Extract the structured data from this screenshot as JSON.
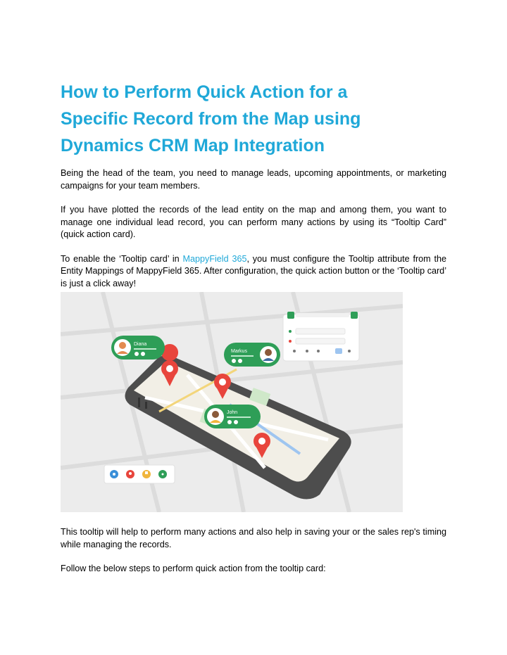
{
  "article": {
    "title_line1": "How to Perform Quick Action for a",
    "title_line2": "Specific Record from the Map using",
    "title_line3": "Dynamics CRM Map Integration",
    "para1": "Being the head of the team, you need to manage leads, upcoming appointments, or marketing campaigns for your team members.",
    "para2": "If you have plotted the records of the lead entity on the map and among them, you want to manage one individual lead record, you can perform many actions by using its “Tooltip Card” (quick action card).",
    "para3_before": "To enable the ‘Tooltip card’ in ",
    "para3_link": "MappyField 365",
    "para3_after": ", you must configure the Tooltip attribute from the Entity Mappings of MappyField 365. After configuration, the quick action button or the ‘Tooltip card’ is just a click away!",
    "para4": "This tooltip will help to perform many actions and also help in saving your or the sales rep's timing while managing the records.",
    "para5": "Follow the below steps to perform quick action from the tooltip card:"
  },
  "illustration": {
    "cards": [
      {
        "name": "Diana"
      },
      {
        "name": "Markus"
      },
      {
        "name": "John"
      }
    ],
    "colors": {
      "accent_green": "#2e9e57",
      "pin_red": "#e8453c",
      "phone_body": "#555555",
      "map_bg": "#f2efe6",
      "link_blue": "#1fa8d8"
    },
    "icons": [
      "location-icon",
      "pin-icon",
      "flag-icon",
      "share-icon"
    ]
  }
}
